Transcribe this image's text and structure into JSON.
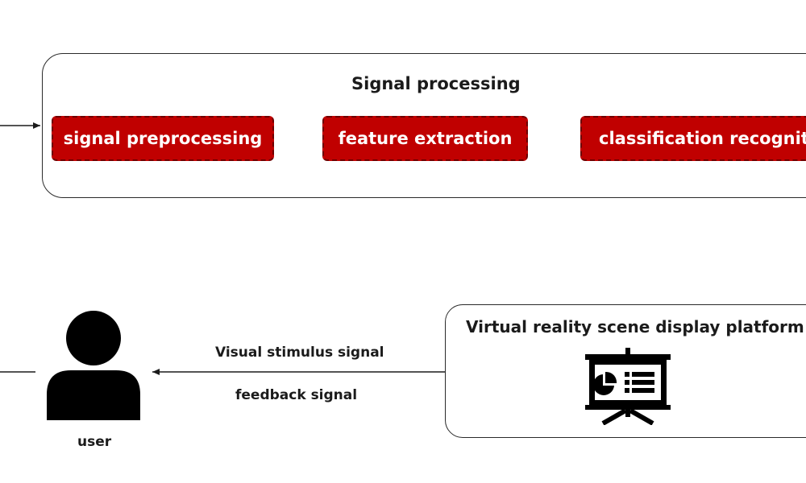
{
  "signal_processing": {
    "title": "Signal processing",
    "stages": [
      {
        "label": "signal preprocessing"
      },
      {
        "label": "feature extraction"
      },
      {
        "label": "classification recognition"
      }
    ]
  },
  "platform": {
    "title": "Virtual reality scene display platform",
    "icon": "presentation-board-icon"
  },
  "links": {
    "visual_stimulus": "Visual stimulus signal",
    "feedback": "feedback signal"
  },
  "user": {
    "label": "user",
    "icon": "user-silhouette-icon"
  },
  "colors": {
    "stage_fill": "#c00000",
    "stage_border": "#6e0000",
    "stroke": "#2a2a2a"
  }
}
